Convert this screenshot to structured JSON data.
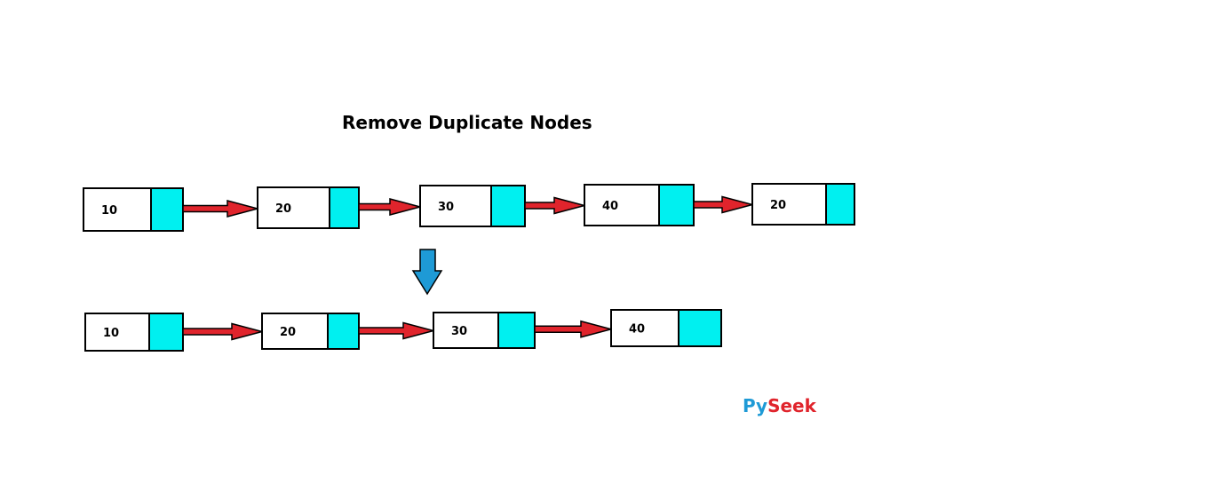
{
  "title": "Remove Duplicate Nodes",
  "brand": {
    "part1": "Py",
    "part2": "Seek",
    "color1": "#1e9ad6",
    "color2": "#e0242c"
  },
  "colors": {
    "pointer_fill": "#00f0f0",
    "link_arrow": "#e0242c",
    "transform_arrow": "#1e9ad6"
  },
  "before_list": [
    {
      "value": "10"
    },
    {
      "value": "20"
    },
    {
      "value": "30"
    },
    {
      "value": "40"
    },
    {
      "value": "20"
    }
  ],
  "after_list": [
    {
      "value": "10"
    },
    {
      "value": "20"
    },
    {
      "value": "30"
    },
    {
      "value": "40"
    }
  ],
  "transform_icon": "down-arrow-icon"
}
